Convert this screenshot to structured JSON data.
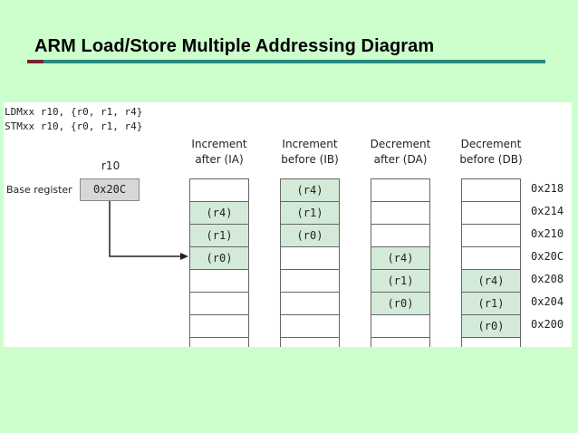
{
  "title": "ARM Load/Store Multiple Addressing Diagram",
  "code": [
    "LDMxx r10, {r0, r1, r4}",
    "STMxx r10, {r0, r1, r4}"
  ],
  "register": {
    "name": "r10",
    "label": "Base register",
    "value": "0x20C"
  },
  "addresses": [
    "0x218",
    "0x214",
    "0x210",
    "0x20C",
    "0x208",
    "0x204",
    "0x200"
  ],
  "columns": [
    {
      "header": [
        "Increment",
        "after (IA)"
      ],
      "cells": [
        "",
        "(r4)",
        "(r1)",
        "(r0)",
        "",
        "",
        ""
      ]
    },
    {
      "header": [
        "Increment",
        "before (IB)"
      ],
      "cells": [
        "(r4)",
        "(r1)",
        "(r0)",
        "",
        "",
        "",
        ""
      ]
    },
    {
      "header": [
        "Decrement",
        "after (DA)"
      ],
      "cells": [
        "",
        "",
        "",
        "(r4)",
        "(r1)",
        "(r0)",
        ""
      ]
    },
    {
      "header": [
        "Decrement",
        "before (DB)"
      ],
      "cells": [
        "",
        "",
        "",
        "",
        "(r4)",
        "(r1)",
        "(r0)"
      ]
    }
  ],
  "colors": {
    "background": "#ccffcc",
    "filled_cell": "#d4ead8",
    "title_rule": "#2a8a7e"
  }
}
